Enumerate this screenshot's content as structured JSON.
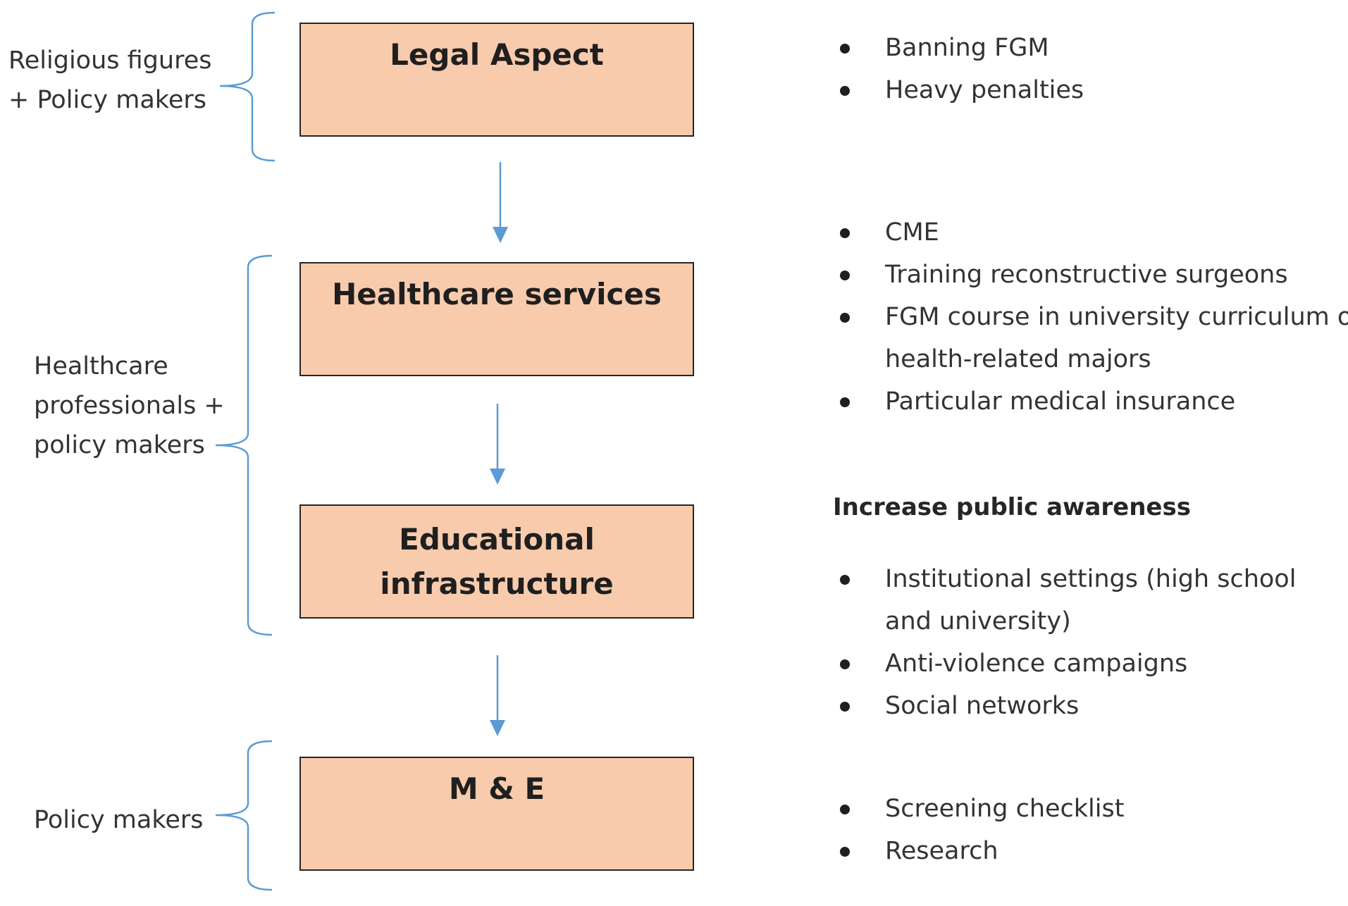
{
  "stages": [
    {
      "title": "Legal Aspect"
    },
    {
      "title": "Healthcare services"
    },
    {
      "title": "Educational infrastructure"
    },
    {
      "title": "M & E"
    }
  ],
  "actors": [
    {
      "label": "Religious figures + Policy makers"
    },
    {
      "label": "Healthcare professionals + policy makers"
    },
    {
      "label": "Policy makers"
    }
  ],
  "lists": {
    "legal": [
      "Banning FGM",
      "Heavy penalties"
    ],
    "healthcare": [
      "CME",
      "Training reconstructive surgeons",
      "FGM course in university curriculum of health-related majors",
      "Particular medical insurance"
    ],
    "education_heading": "Increase public awareness",
    "education": [
      "Institutional settings (high school and university)",
      "Anti-violence campaigns",
      "Social networks"
    ],
    "monitoring": [
      "Screening checklist",
      "Research"
    ]
  },
  "colors": {
    "box_fill": "#f8cbad",
    "box_border": "#262626",
    "connector": "#5b9bd5"
  }
}
